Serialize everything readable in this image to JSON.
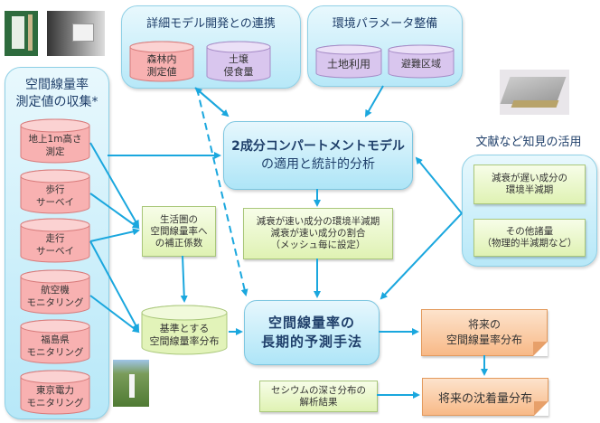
{
  "detail_model": {
    "title": "詳細モデル開発との連携",
    "items": [
      {
        "line1": "森林内",
        "line2": "測定値",
        "color": "red"
      },
      {
        "line1": "土壌",
        "line2": "侵食量",
        "color": "purple"
      }
    ]
  },
  "env_params": {
    "title": "環境パラメータ整備",
    "items": [
      {
        "line1": "土地利用",
        "color": "purple"
      },
      {
        "line1": "避難区域",
        "color": "purple"
      }
    ]
  },
  "measurement": {
    "title_line1": "空間線量率",
    "title_line2": "測定値の収集*",
    "items": [
      {
        "line1": "地上1m高さ",
        "line2": "測定"
      },
      {
        "line1": "歩行",
        "line2": "サーベイ"
      },
      {
        "line1": "走行",
        "line2": "サーベイ"
      },
      {
        "line1": "航空機",
        "line2": "モニタリング"
      },
      {
        "line1": "福島県",
        "line2": "モニタリング"
      },
      {
        "line1": "東京電力",
        "line2": "モニタリング"
      }
    ]
  },
  "literature": {
    "title": "文献など知見の活用",
    "items": [
      {
        "line1": "減衰が遅い成分の",
        "line2": "環境半減期"
      },
      {
        "line1": "その他諸量",
        "line2": "（物理的半減期など）"
      }
    ]
  },
  "compartment_model": {
    "line1": "2成分コンパートメントモデル",
    "line2": "の適用と統計的分析"
  },
  "fast_component": {
    "line1": "減衰が速い成分の環境半減期",
    "line2": "減衰が速い成分の割合",
    "line3": "（メッシュ毎に設定）"
  },
  "correction": {
    "line1": "生活圏の",
    "line2": "空間線量率へ",
    "line3": "の補正係数"
  },
  "reference_dist": {
    "line1": "基準とする",
    "line2": "空間線量率分布"
  },
  "prediction": {
    "line1": "空間線量率の",
    "line2": "長期的予測手法"
  },
  "future_dose": {
    "line1": "将来の",
    "line2": "空間線量率分布"
  },
  "future_deposit": {
    "line1": "将来の沈着量分布"
  },
  "cesium": {
    "line1": "セシウムの深さ分布の",
    "line2": "解析結果"
  },
  "photos": [
    "survey-meter-photo",
    "car-detector-photo",
    "book-photo",
    "field-survey-photo"
  ],
  "colors": {
    "arrow": "#1aa7de",
    "group_fill": "#c4ecf9",
    "red_cyl": "#f8b5b5",
    "purple_cyl": "#dccbf0",
    "green_box": "#e6f5c4",
    "orange_box": "#f9c49a",
    "title_text": "#1f3f6a"
  }
}
